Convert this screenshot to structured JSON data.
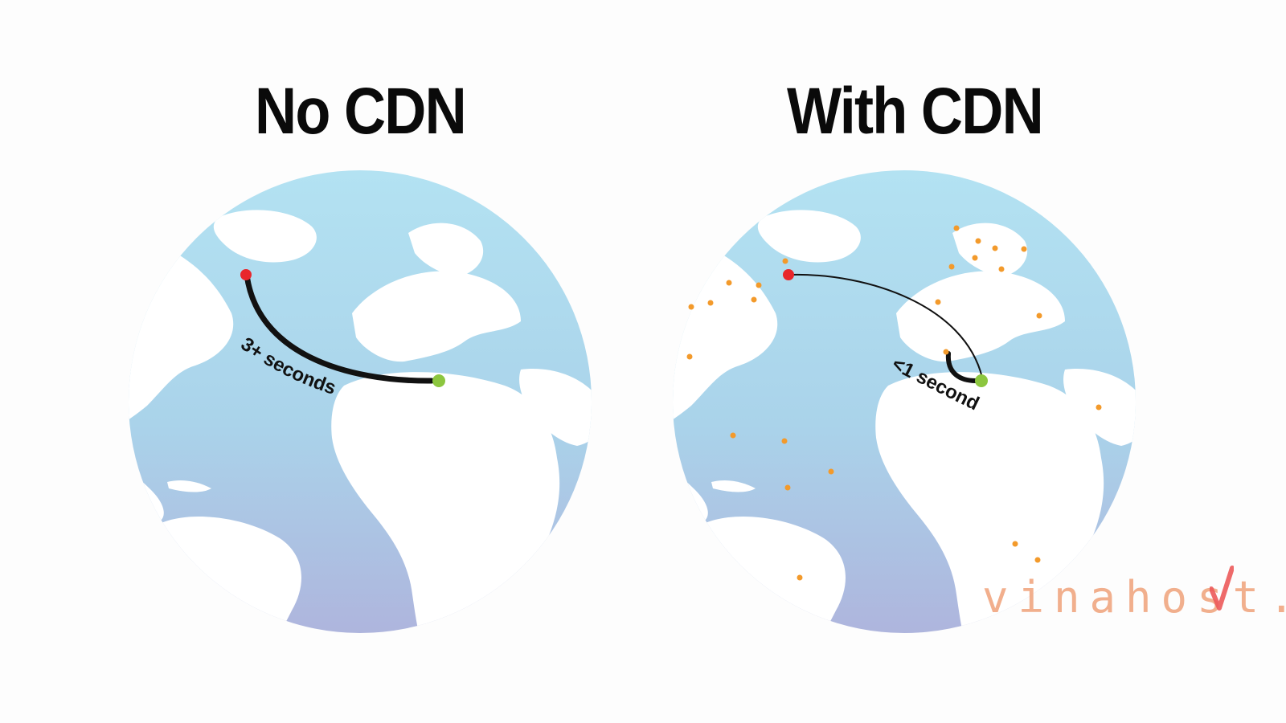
{
  "left_panel": {
    "title": "No CDN",
    "latency_label": "3+ seconds"
  },
  "right_panel": {
    "title": "With CDN",
    "latency_label": "<1 second"
  },
  "watermark": {
    "text": "vinahost."
  },
  "icons": [
    "origin-server-dot",
    "user-dot",
    "edge-server-dot",
    "checkmark-icon"
  ],
  "colors": {
    "origin_dot": "#e8262b",
    "user_dot": "#8cc63f",
    "edge_dot": "#f39a2b",
    "ocean_top": "#a9dcef",
    "ocean_bottom": "#aeb7dd",
    "land": "#ffffff",
    "path": "#111111",
    "watermark": "#f0a27a"
  }
}
